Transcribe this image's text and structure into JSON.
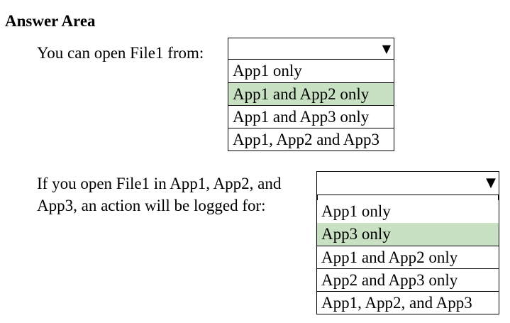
{
  "heading": "Answer Area",
  "questions": [
    {
      "prompt": "You can open File1 from:",
      "options": [
        "App1 only",
        "App1 and App2 only",
        "App1 and App3 only",
        "App1, App2 and App3"
      ],
      "selected": "App1 and App2 only"
    },
    {
      "prompt_line1": "If you open File1 in App1, App2, and",
      "prompt_line2": "App3, an action will be logged for:",
      "options": [
        "App1 only",
        "App3 only",
        "App1 and App2 only",
        "App2 and App3 only",
        "App1, App2, and App3"
      ],
      "selected": "App3 only"
    }
  ],
  "icons": {
    "dropdown_arrow": "▼"
  },
  "colors": {
    "selected_highlight": "#c8e1c3",
    "border": "#000000"
  }
}
